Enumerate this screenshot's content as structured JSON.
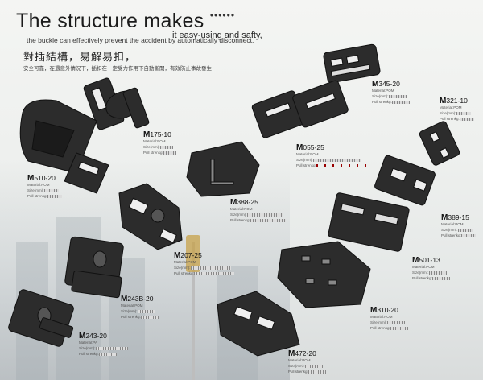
{
  "header": {
    "title": "The structure makes",
    "dots": "••••••",
    "subtitle_small": "the buckle can effectively prevent the accident by automatically disconnect.",
    "subtitle_big": "it easy-using and safty,",
    "chinese_title": "對插結構，易解易扣，",
    "chinese_body": "安全可靠，在遇意外情況下，插扣在一定受力作用下自動斷開，有效防止事故發生"
  },
  "spec_labels": {
    "material": "Material:",
    "size": "Size(mm):",
    "pull": "Pull strenkg:"
  },
  "products": [
    {
      "code_prefix": "M",
      "code": "345-20",
      "material": "POM"
    },
    {
      "code_prefix": "M",
      "code": "321-10",
      "material": "POM"
    },
    {
      "code_prefix": "M",
      "code": "175-10",
      "material": "POM"
    },
    {
      "code_prefix": "M",
      "code": "055-25",
      "material": "POM"
    },
    {
      "code_prefix": "M",
      "code": "510-20",
      "material": "POM"
    },
    {
      "code_prefix": "M",
      "code": "388-25",
      "material": "POM"
    },
    {
      "code_prefix": "M",
      "code": "389-15",
      "material": "POM"
    },
    {
      "code_prefix": "M",
      "code": "207-25",
      "material": "POM"
    },
    {
      "code_prefix": "M",
      "code": "501-13",
      "material": "POM"
    },
    {
      "code_prefix": "M",
      "code": "243B-20",
      "material": "POM"
    },
    {
      "code_prefix": "M",
      "code": "310-20",
      "material": "POM"
    },
    {
      "code_prefix": "M",
      "code": "243-20",
      "material": "PA"
    },
    {
      "code_prefix": "M",
      "code": "472-20",
      "material": "POM"
    }
  ],
  "colors": {
    "buckle": "#2b2b2b",
    "accent": "#7a0000"
  }
}
